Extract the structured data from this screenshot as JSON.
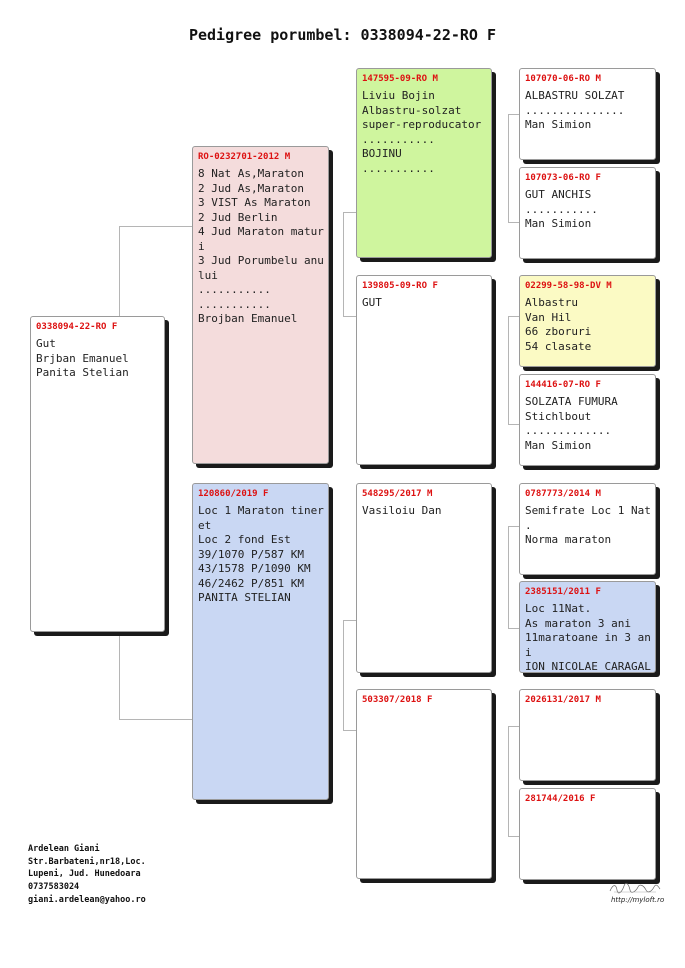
{
  "title": "Pedigree porumbel: 0338094-22-RO F",
  "subject": {
    "header": "0338094-22-RO F",
    "lines": [
      "",
      "Gut",
      "",
      "Brjban Emanuel",
      "",
      "Panita Stelian"
    ]
  },
  "sire": {
    "header": "RO-0232701-2012 M",
    "lines": [
      "8 Nat As,Maraton",
      "2 Jud As,Maraton",
      "3 VIST As Maraton",
      "2 Jud Berlin",
      "4 Jud Maraton matur",
      "i",
      "3 Jud Porumbelu anu",
      "lui",
      "...........",
      "...........",
      "Brojban Emanuel"
    ]
  },
  "dam": {
    "header": "120860/2019 F",
    "lines": [
      "Loc 1 Maraton tiner",
      "et",
      "Loc 2 fond Est",
      "",
      "39/1070 P/587 KM",
      "43/1578 P/1090 KM",
      "46/2462 P/851 KM",
      "PANITA STELIAN"
    ]
  },
  "ss": {
    "header": "147595-09-RO M",
    "lines": [
      "Liviu Bojin",
      "Albastru-solzat",
      "super-reproducator",
      "...........",
      "BOJINU",
      "..........."
    ]
  },
  "sd": {
    "header": "139805-09-RO F",
    "lines": [
      "GUT"
    ]
  },
  "ds": {
    "header": "548295/2017 M",
    "lines": [
      "Vasiloiu Dan"
    ]
  },
  "dd": {
    "header": "503307/2018 F",
    "lines": []
  },
  "sss": {
    "header": "107070-06-RO M",
    "lines": [
      "ALBASTRU SOLZAT",
      "...............",
      "Man Simion"
    ]
  },
  "ssd": {
    "header": "107073-06-RO F",
    "lines": [
      "GUT ANCHIS",
      "...........",
      "Man Simion"
    ]
  },
  "sds": {
    "header": "02299-58-98-DV M",
    "lines": [
      "Albastru",
      "Van Hil",
      "66 zboruri",
      "54 clasate"
    ]
  },
  "sdd": {
    "header": "144416-07-RO F",
    "lines": [
      "",
      "SOLZATA FUMURA",
      "Stichlbout",
      ".............",
      "Man Simion"
    ]
  },
  "dss": {
    "header": "0787773/2014 M",
    "lines": [
      "Semifrate Loc 1 Nat",
      ".",
      "Norma maraton"
    ]
  },
  "dsd": {
    "header": "2385151/2011 F",
    "lines": [
      "Loc 11Nat.",
      "As maraton 3 ani",
      "11maratoane in 3 an",
      "i",
      "ION NICOLAE CARAGAL"
    ]
  },
  "dds": {
    "header": "2026131/2017 M",
    "lines": []
  },
  "ddd": {
    "header": "281744/2016 F",
    "lines": []
  },
  "breeder": {
    "lines": [
      "Ardelean Giani",
      "Str.Barbateni,nr18,Loc.",
      "Lupeni, Jud. Hunedoara",
      "0737583024",
      "giani.ardelean@yahoo.ro"
    ]
  },
  "site_url": "http://myloft.ro",
  "colors": {
    "header_red": "#dd1111",
    "pink": "#f4dcdc",
    "blue": "#c9d7f3",
    "green": "#cff59e",
    "yellow": "#fbfac4"
  }
}
